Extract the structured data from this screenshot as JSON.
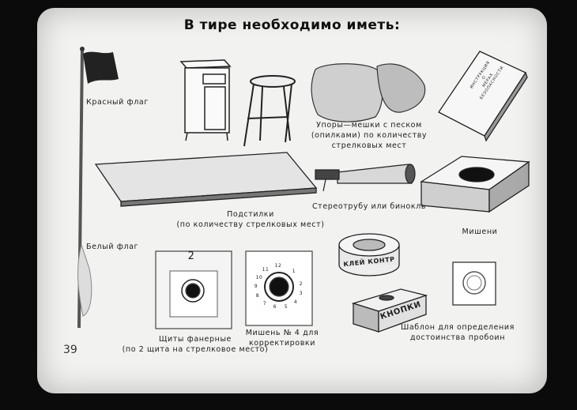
{
  "title": "В тире необходимо иметь:",
  "labels": {
    "red_flag": "Красный флаг",
    "white_flag": "Белый флаг",
    "sandbags": "Упоры—мешки с песком\n(опилками) по количеству\nстрелковых мест",
    "mats": "Подстилки\n(по количеству стрелковых мест)",
    "stereo": "Стереотрубу или бинокль",
    "targets": "Мишени",
    "shields": "Щиты фанерные\n(по 2 щита на стрелковое место)",
    "target4": "Мишень № 4 для\nкорректировки",
    "template": "Шаблон для определения\nдостоинства пробоин",
    "book_cover": "ИНСТРУКЦИЯ\nО\nМЕРАХ\nБЕЗОПАСНОСТИ",
    "glue_tape": "КЛЕЙ КОНТР",
    "pins_box": "КНОПКИ",
    "shield_number": "2",
    "target_numbers": [
      "12",
      "11",
      "10",
      "9",
      "8",
      "7",
      "6",
      "5",
      "4",
      "3",
      "2",
      "1"
    ]
  },
  "page_number": "39",
  "colors": {
    "background": "#f2f2f0",
    "ink": "#1d1d1d",
    "frame": "#0b0b0b"
  }
}
